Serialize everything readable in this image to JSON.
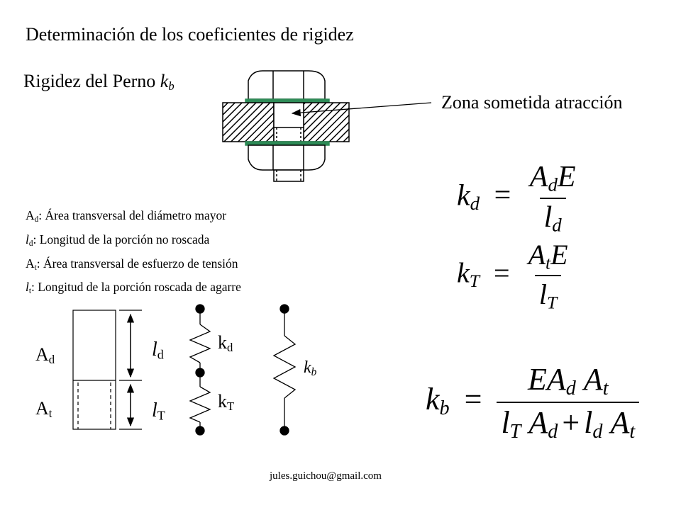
{
  "title": "Determinación de los coeficientes de rigidez",
  "subtitle_text": "Rigidez del Perno ",
  "subtitle_symbol": "k",
  "subtitle_subscript": "b",
  "callout": "Zona sometida atracción",
  "definitions": [
    {
      "symbol": "A",
      "sub": "d",
      "text": ": Área transversal del diámetro mayor"
    },
    {
      "symbol": "l",
      "sub": "d",
      "text": ": Longitud de la porción no roscada"
    },
    {
      "symbol": "A",
      "sub": "t",
      "text": ": Área transversal de esfuerzo de tensión"
    },
    {
      "symbol": "l",
      "sub": "t",
      "text": ": Longitud de la porción roscada de agarre"
    }
  ],
  "labels": {
    "Ad": {
      "main": "A",
      "sub": "d"
    },
    "At": {
      "main": "A",
      "sub": "t"
    },
    "ld": {
      "main": "l",
      "sub": "d"
    },
    "lT": {
      "main": "l",
      "sub": "T"
    },
    "kd": {
      "main": "k",
      "sub": "d"
    },
    "kT": {
      "main": "k",
      "sub": "T"
    },
    "kb": {
      "main": "k",
      "sub": "b"
    }
  },
  "formulas": {
    "kd": {
      "lhs": "k",
      "lhs_sub": "d",
      "num_a": "A",
      "num_a_sub": "d",
      "num_b": "E",
      "den": "l",
      "den_sub": "d"
    },
    "kT": {
      "lhs": "k",
      "lhs_sub": "T",
      "num_a": "A",
      "num_a_sub": "t",
      "num_b": "E",
      "den": "l",
      "den_sub": "T"
    },
    "kb": {
      "lhs": "k",
      "lhs_sub": "b",
      "num_e": "E",
      "num_a1": "A",
      "num_a1_sub": "d",
      "num_a2": "A",
      "num_a2_sub": "t",
      "den_l1": "l",
      "den_l1_sub": "T",
      "den_a1": "A",
      "den_a1_sub": "d",
      "plus": "+",
      "den_l2": "l",
      "den_l2_sub": "d",
      "den_a2": "A",
      "den_a2_sub": "t"
    },
    "equals": "="
  },
  "footer": "jules.guichou@gmail.com",
  "colors": {
    "washer": "#2e8b57",
    "ink": "#000000"
  }
}
